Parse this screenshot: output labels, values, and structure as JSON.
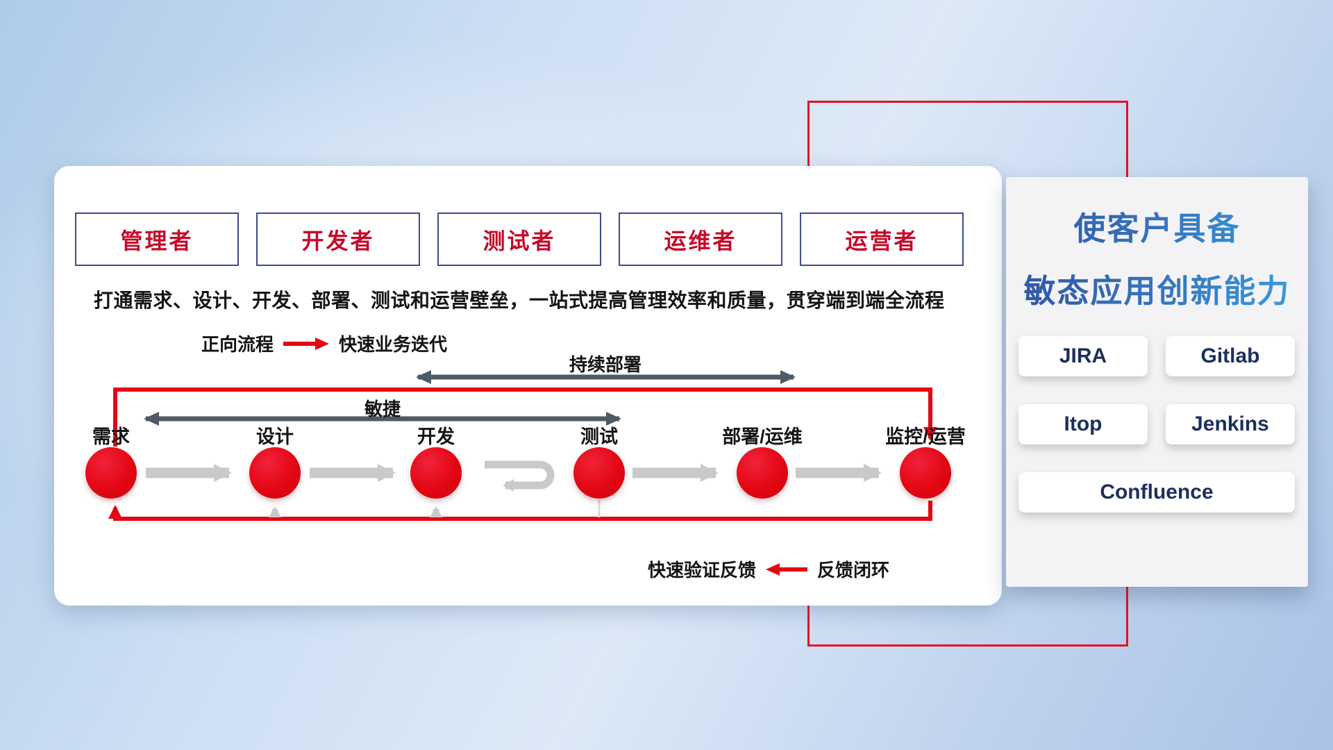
{
  "main_panel": {
    "roles": [
      "管理者",
      "开发者",
      "测试者",
      "运维者",
      "运营者"
    ],
    "description": "打通需求、设计、开发、部署、测试和运营壁垒，一站式提高管理效率和质量，贯穿端到端全流程",
    "forward_legend": {
      "label": "正向流程",
      "text": "快速业务迭代"
    },
    "feedback_legend": {
      "label": "快速验证反馈",
      "text": "反馈闭环"
    },
    "flow": {
      "agile_label": "敏捷",
      "continuous_deploy_label": "持续部署",
      "stages": [
        "需求",
        "设计",
        "开发",
        "测试",
        "部署/运维",
        "监控/运营"
      ]
    }
  },
  "right_panel": {
    "title_line1": "使客户具备",
    "title_line2": "敏态应用创新能力",
    "tools": [
      "JIRA",
      "Gitlab",
      "Itop",
      "Jenkins",
      "Confluence"
    ]
  },
  "colors": {
    "accent_red": "#e30613",
    "arrow_gray": "#c9c9c9",
    "arrow_dark": "#4e5b66",
    "role_text": "#c40b2a",
    "role_border": "#3d4a8f",
    "title_blue_start": "#2f54a5",
    "title_blue_end": "#38a0dd",
    "tool_text": "#1c2f5e"
  }
}
